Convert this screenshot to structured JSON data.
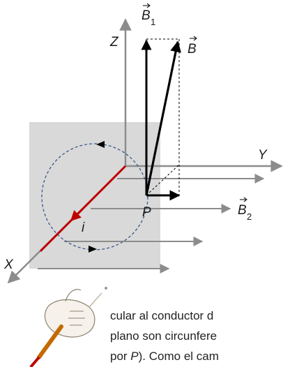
{
  "labels": {
    "z_axis": "Z",
    "y_axis": "Y",
    "x_axis": "X",
    "b1_letter": "B",
    "b1_sub": "1",
    "b_letter": "B",
    "b2_letter": "B",
    "b2_sub": "2",
    "point": "P",
    "current": "i"
  },
  "text_lines": {
    "line1": "cular al conductor d",
    "line2": "plano son circunfere",
    "line3_pre": "por ",
    "line3_italic": "P",
    "line3_post": "). Como el cam"
  },
  "colors": {
    "plane": "#d9d9d9",
    "axis": "#8c8c8c",
    "wire": "#c00000",
    "circle": "#3a5a8a",
    "vector": "#000000",
    "text": "#222222"
  }
}
